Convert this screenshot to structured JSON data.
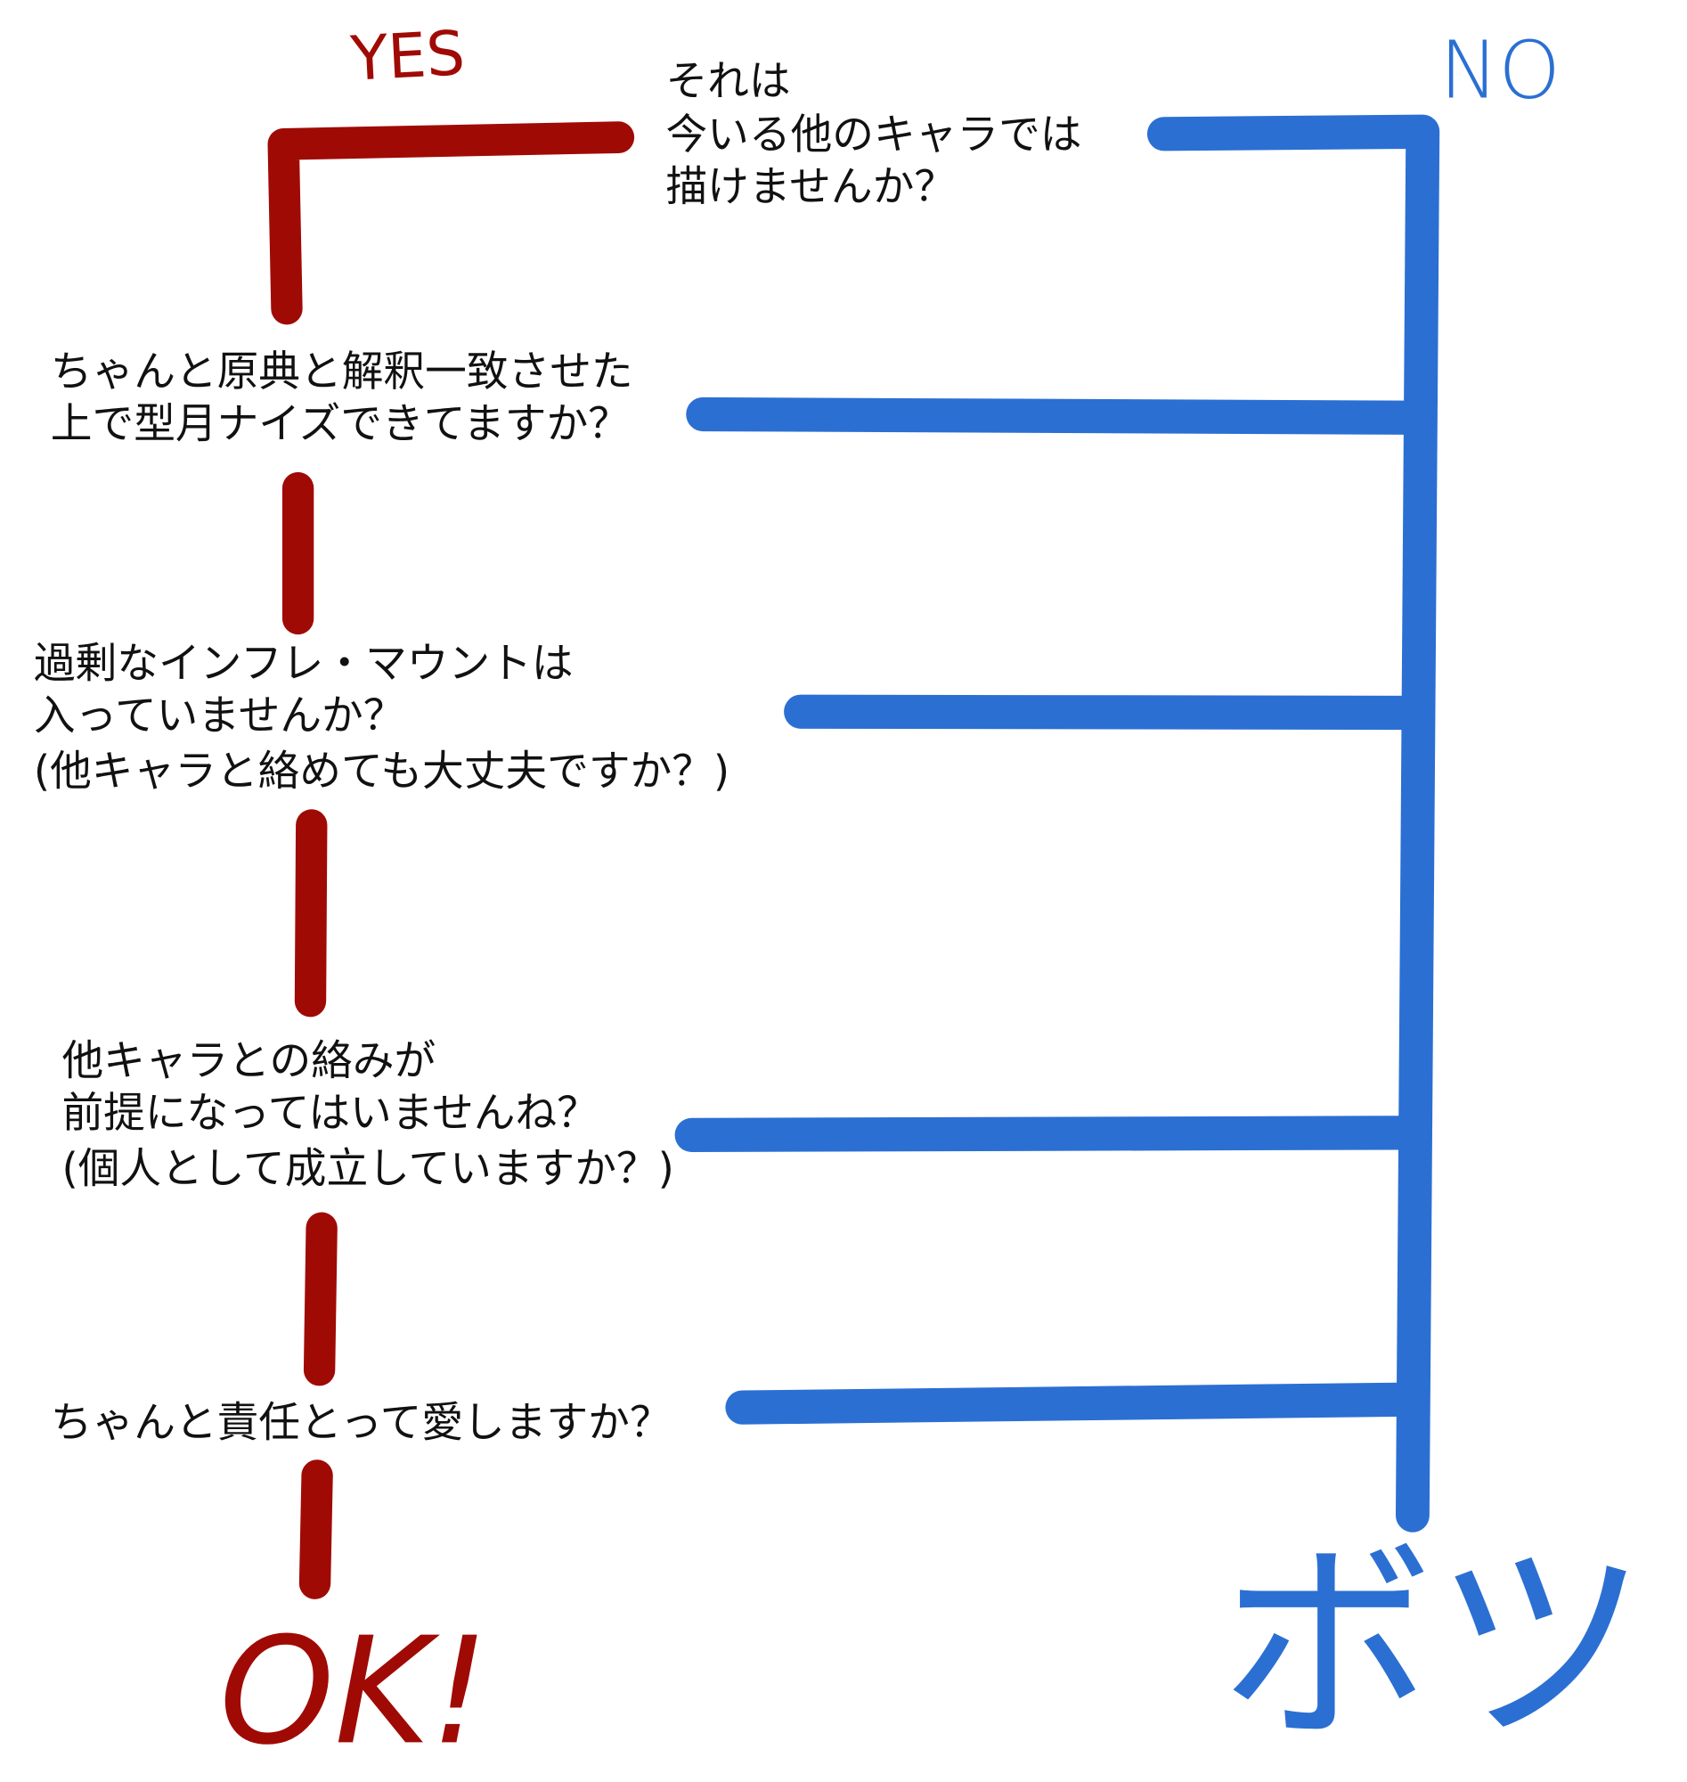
{
  "labels": {
    "yes": "YES",
    "no": "NO",
    "ok": "OK!",
    "reject": "ボツ"
  },
  "questions": [
    {
      "lines": [
        "それは",
        "今いる他のキャラでは",
        "描けませんか？"
      ]
    },
    {
      "lines": [
        "ちゃんと原典と解釈一致させた",
        "上で型月ナイズできてますか？"
      ]
    },
    {
      "lines": [
        "過剰なインフレ・マウントは",
        "入っていませんか？",
        "(他キャラと絡めても大丈夫ですか？)"
      ]
    },
    {
      "lines": [
        "他キャラとの絡みが",
        "前提になってはいませんね？",
        "(個人として成立していますか？)"
      ]
    },
    {
      "lines": [
        "ちゃんと責任とって愛しますか？"
      ]
    }
  ],
  "colors": {
    "yes": "#a00a05",
    "no": "#2b6fd3",
    "text": "#111111"
  }
}
